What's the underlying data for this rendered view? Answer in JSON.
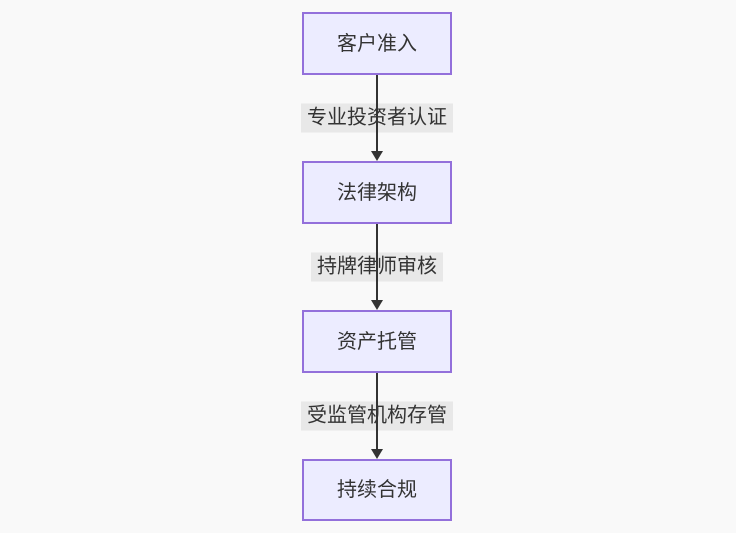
{
  "canvas": {
    "background": "#f9f9f9"
  },
  "theme": {
    "node_fill": "#ECECFF",
    "node_border": "#9370DB",
    "edge_color": "#333333",
    "edge_label_background": "#e8e8e8",
    "text_color": "#333333"
  },
  "flowchart": {
    "type": "flowchart-top-down",
    "nodes": [
      {
        "id": "node-1",
        "label": "客户准入"
      },
      {
        "id": "node-2",
        "label": "法律架构"
      },
      {
        "id": "node-3",
        "label": "资产托管"
      },
      {
        "id": "node-4",
        "label": "持续合规"
      }
    ],
    "edges": [
      {
        "from": "客户准入",
        "to": "法律架构",
        "label": "专业投资者认证"
      },
      {
        "from": "法律架构",
        "to": "资产托管",
        "label": "持牌律师审核"
      },
      {
        "from": "资产托管",
        "to": "持续合规",
        "label": "受监管机构存管"
      }
    ]
  }
}
